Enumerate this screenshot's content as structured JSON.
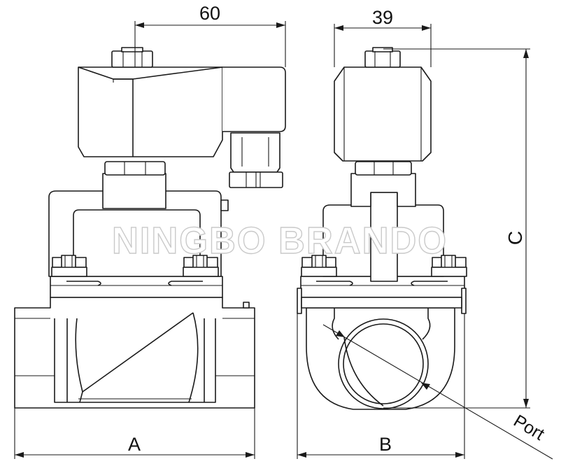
{
  "dimensions": {
    "width_front": "60",
    "width_side": "39",
    "height": "C",
    "length_front": "A",
    "length_side": "B",
    "port": "Port"
  },
  "watermark": "NINGBO BRANDO"
}
